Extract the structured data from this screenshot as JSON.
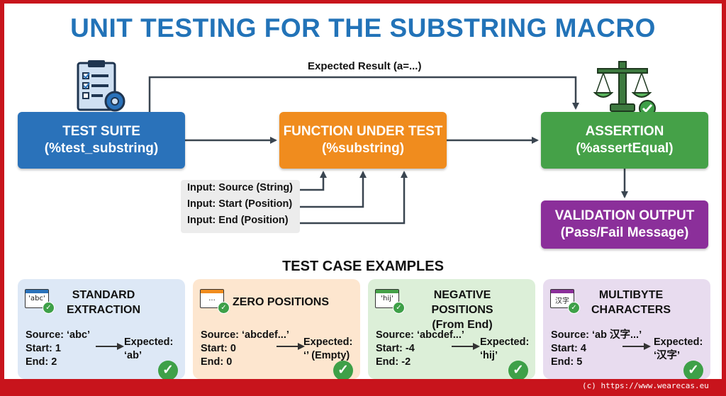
{
  "title": "UNIT TESTING FOR THE SUBSTRING MACRO",
  "flow": {
    "expected_label": "Expected Result (a=...)",
    "suite": {
      "line1": "TEST SUITE",
      "line2": "(%test_substring)"
    },
    "function": {
      "line1": "FUNCTION UNDER TEST",
      "line2": "(%substring)"
    },
    "assertion": {
      "line1": "ASSERTION",
      "line2": "(%assertEqual)"
    },
    "validation": {
      "line1": "VALIDATION OUTPUT",
      "line2": "(Pass/Fail Message)"
    },
    "inputs": [
      "Input: Source (String)",
      "Input: Start (Position)",
      "Input: End (Position)"
    ]
  },
  "examples_title": "TEST CASE EXAMPLES",
  "cases": [
    {
      "title1": "STANDARD",
      "title2": "EXTRACTION",
      "icon_text": "'abc'",
      "source": "Source: ‘abc’",
      "start": "Start: 1",
      "end": "End: 2",
      "expected_label": "Expected:",
      "expected_value": "‘ab’",
      "bg": "#dde8f6",
      "bar": "#2a72ba"
    },
    {
      "title1": "ZERO POSITIONS",
      "title2": "",
      "icon_text": "...",
      "source": "Source: ‘abcdef...’",
      "start": "Start: 0",
      "end": "End: 0",
      "expected_label": "Expected:",
      "expected_value": "‘’ (Empty)",
      "bg": "#fde6cf",
      "bar": "#f08c1e"
    },
    {
      "title1": "NEGATIVE POSITIONS",
      "title2": "(From End)",
      "icon_text": "'hij'",
      "source": "Source: ‘abcdef...’",
      "start": "Start: -4",
      "end": "End: -2",
      "expected_label": "Expected:",
      "expected_value": "‘hij’",
      "bg": "#dcefd8",
      "bar": "#45a148"
    },
    {
      "title1": "MULTIBYTE",
      "title2": "CHARACTERS",
      "icon_text": "汉字",
      "source": "Source: ‘ab 汉字...’",
      "start": "Start: 4",
      "end": "End: 5",
      "expected_label": "Expected:",
      "expected_value": "‘汉字’",
      "bg": "#e8dcef",
      "bar": "#8b2f9a"
    }
  ],
  "check_glyph": "✓",
  "watermark": "(c) https://www.wearecas.eu",
  "colors": {
    "blue": "#2a72ba",
    "orange": "#f08c1e",
    "green": "#45a148",
    "purple": "#8b2f9a",
    "border": "#c8141c"
  }
}
